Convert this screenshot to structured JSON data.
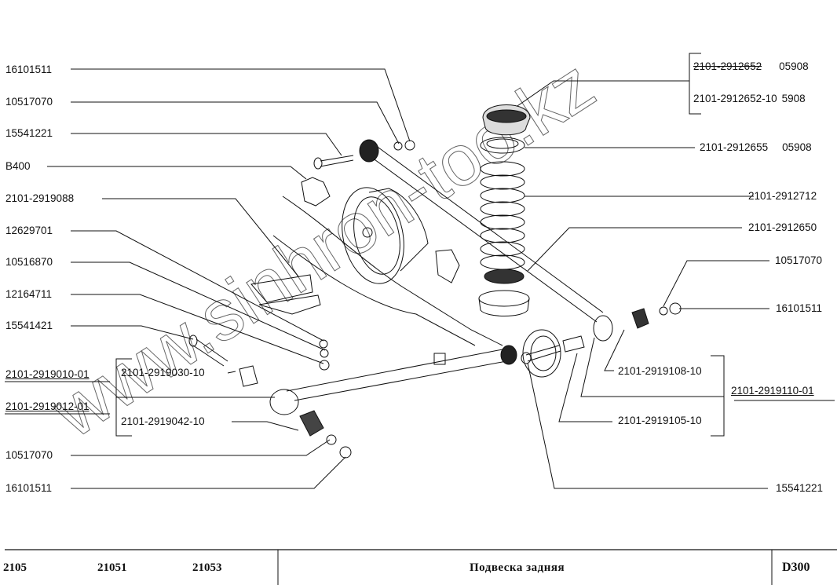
{
  "title": "Подвеска задняя",
  "code": "D300",
  "models": [
    "2105",
    "21051",
    "21053"
  ],
  "watermark": "www.sinhron-too.kz",
  "left_labels": [
    {
      "id": "L1",
      "text": "16101511"
    },
    {
      "id": "L2",
      "text": "10517070"
    },
    {
      "id": "L3",
      "text": "15541221"
    },
    {
      "id": "L4",
      "text": "B400"
    },
    {
      "id": "L5",
      "text": "2101-2919088"
    },
    {
      "id": "L6",
      "text": "12629701"
    },
    {
      "id": "L7",
      "text": "10516870"
    },
    {
      "id": "L8",
      "text": "12164711"
    },
    {
      "id": "L9",
      "text": "15541421"
    },
    {
      "id": "L10",
      "text": "2101-2919010-01"
    },
    {
      "id": "L11",
      "text": "2101-2919012-01"
    },
    {
      "id": "L12",
      "text": "2101-2919030-10"
    },
    {
      "id": "L13",
      "text": "2101-2919042-10"
    },
    {
      "id": "L14",
      "text": "10517070"
    },
    {
      "id": "L15",
      "text": "16101511"
    }
  ],
  "right_labels": [
    {
      "id": "R1a",
      "text": "2101-2912652",
      "suffix": "05908",
      "struck": true
    },
    {
      "id": "R1b",
      "text": "2101-2912652-10",
      "suffix": "5908"
    },
    {
      "id": "R2",
      "text": "2101-2912655",
      "suffix": "05908"
    },
    {
      "id": "R3",
      "text": "2101-2912712"
    },
    {
      "id": "R4",
      "text": "2101-2912650"
    },
    {
      "id": "R5",
      "text": "10517070"
    },
    {
      "id": "R6",
      "text": "16101511"
    },
    {
      "id": "R7",
      "text": "2101-2919108-10"
    },
    {
      "id": "R8",
      "text": "2101-2919110-01"
    },
    {
      "id": "R9",
      "text": "2101-2919105-10"
    },
    {
      "id": "R10",
      "text": "15541221"
    }
  ]
}
